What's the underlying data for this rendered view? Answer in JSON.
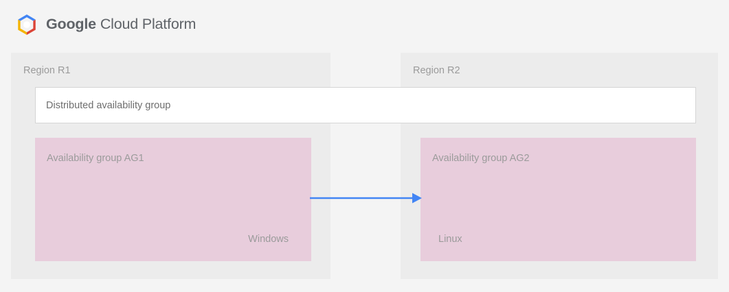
{
  "header": {
    "logo_icon": "google-cloud-platform-hexagon-logo",
    "brand_primary": "Google",
    "brand_secondary": "Cloud Platform"
  },
  "diagram": {
    "regions": [
      {
        "id": "r1",
        "label": "Region R1",
        "availability_group": {
          "title": "Availability group AG1",
          "os": "Windows"
        }
      },
      {
        "id": "r2",
        "label": "Region R2",
        "availability_group": {
          "title": "Availability group AG2",
          "os": "Linux"
        }
      }
    ],
    "distributed_group": {
      "label": "Distributed availability group"
    },
    "connector": {
      "name": "replication-arrow",
      "direction": "left-to-right",
      "from": "Availability group AG1",
      "to": "Availability group AG2"
    }
  },
  "colors": {
    "page_background": "#f4f4f4",
    "region_panel": "#ececec",
    "availability_group_fill": "#e8cddc",
    "distributed_group_fill": "#ffffff",
    "distributed_group_border": "#d5d5d5",
    "arrow": "#4285f4",
    "muted_text": "#9b9b9b",
    "body_text": "#6e6e6e",
    "logo_text": "#5f6368",
    "logo_blue": "#4285f4",
    "logo_red": "#db4437",
    "logo_yellow": "#f4b400",
    "logo_green": "#0f9d58"
  }
}
